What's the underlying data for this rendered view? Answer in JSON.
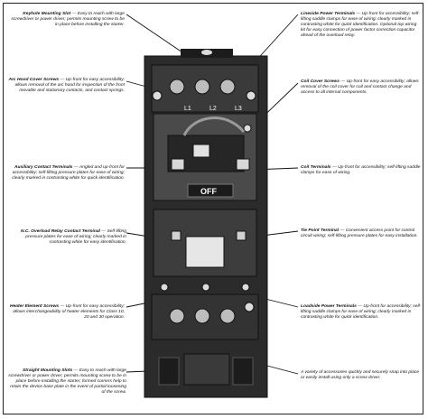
{
  "callouts": {
    "keyhole": {
      "title": "Keyhole Mounting Slot",
      "desc": "Easy to reach with large screwdriver or power driver; permits mounting screw to be in place before installing the starter."
    },
    "arc_hood": {
      "title": "Arc Hood Cover Screws",
      "desc": "Up-front for easy accessibility; allows removal of the arc hood for inspection of the front movable and stationary contacts, and contact springs."
    },
    "auxiliary": {
      "title": "Auxiliary Contact Terminals",
      "desc": "Angled and up-front for accessibility; self-lifting pressure plates for ease of wiring; clearly marked in contrasting white for quick identification."
    },
    "overload": {
      "title": "N.C. Overload Relay Contact Terminal",
      "desc": "Self-lifting pressure plates for ease of wiring; clearly marked in contrasting white for easy identification."
    },
    "heater": {
      "title": "Heater Element Screws",
      "desc": "Up-front for easy accessibility; allows interchangeability of heater elements for Class 10, 20 and 30 operation."
    },
    "straight": {
      "title": "Straight Mounting Slots",
      "desc": "Easy to reach with large screwdriver or power driver; permits mounting screw to be in place before installing the starter; formed corners help to retain the device base plate in the event of partial loosening of the screw."
    },
    "lineside": {
      "title": "Lineside Power Terminals",
      "desc": "Up-front for accessibility; self-lifting saddle clamps for ease of wiring; clearly marked in contrasting white for quick identification. Optional top wiring kit for easy connection of power factor correction capacitor ahead of the overload relay."
    },
    "coil_cover": {
      "title": "Coil Cover Screws",
      "desc": "Up-front for easy accessibility; allows removal of the coil cover for coil and contact change and access to all internal components."
    },
    "coil_terminals": {
      "title": "Coil Terminals",
      "desc": "Up-front for accessibility; self-lifting saddle clamps for ease of wiring."
    },
    "tie_point": {
      "title": "Tie Point Terminal",
      "desc": "Convenient access point for control circuit wiring; self-lifting pressure plates for easy installation."
    },
    "loadside": {
      "title": "Loadside Power Terminals",
      "desc": "Up-front for accessibility; self-lifting saddle clamps for ease of wiring; clearly marked in contrasting white for quick identification."
    },
    "accessories": {
      "title": "",
      "desc": "A variety of accessories quickly and securely snap into place or easily install using only a screw driver."
    }
  },
  "device": {
    "line_labels": [
      "L1",
      "L2",
      "L3"
    ],
    "off_label": "OFF"
  },
  "colors": {
    "ink": "#111111",
    "body": "#3a3a3a",
    "dark": "#1c1c1c",
    "light": "#bdbdbd",
    "paper": "#ffffff"
  }
}
